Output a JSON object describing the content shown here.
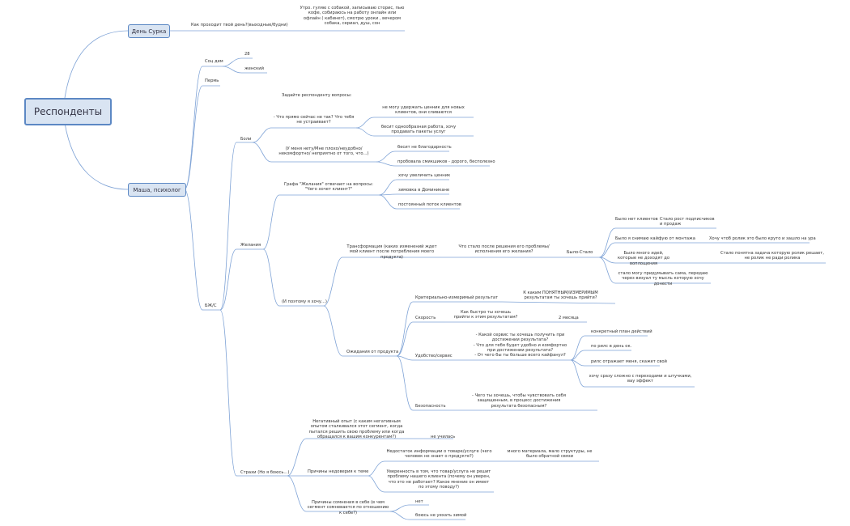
{
  "root": "Респонденты",
  "branches": {
    "den_surka": "День Сурка",
    "masha": "Маша, психолог"
  },
  "den_surka_children": {
    "q": "Как проходит твой день?(выходные/будни)",
    "a": "Утро. гуляю с собакой, записываю сторис, пью кофе, собираюсь на работу онлайн или офлайн ( кабинет), смотрю уроки , вечером собака, сериал, душ, сон"
  },
  "masha_children": {
    "soc_dem": "Соц дем",
    "age": "28",
    "gender": "женский",
    "perm": "Пермь",
    "bzhs": "БЖ/С"
  },
  "bzhs": {
    "intro": "Задайте респонденту вопросы:",
    "boli": "Боли",
    "boli_q1": "- Что прямо сейчас не так? Что тебя не устраивает?",
    "boli_q1_a1": "не могу удержать ценник для новых клиентов, они сливаются",
    "boli_q1_a2": "бесит однообразная работа, хочу продавать пакеты услуг",
    "boli_q2": "(У меня нету/Мне плохо/неудобно/некомфортно/ неприятно от того, что...)",
    "boli_q2_a1": "бесит не благодарность",
    "boli_q2_a2": "пробовала смикшиков - дорого, бесполезно",
    "zhelaniya": "Желания",
    "zh_grafa": "Графа \"Желания\" отвечает на вопросы: \"Чего хочет клиент?\"",
    "zh_a1": "хочу увеличить ценник",
    "zh_a2": "зимовка в Доминикане",
    "zh_a3": "постоянный поток клиентов",
    "zh_i_poetomu": "(И поэтому я хочу...)",
    "transformaciya": "Трансформация (каких изменений ждет мой клиент после потребления моего продукта)",
    "chto_stalo": "Что стало после решения его проблемы/ исполнения его желания?",
    "bylo_stalo": "Было-Стало",
    "bs1_bylo": "Было нет клиентов",
    "bs1_stalo": "Стало рост подписчиков и продаж",
    "bs2_bylo": "Было я снимаю кайфую от монтажа",
    "bs2_stalo": "Хочу чтоб ролик это было круто и зашло на ура",
    "bs3_bylo": "Было много идей, которые не доходят до воплощения",
    "bs3_stalo": "Стало понятна задача которую ролик решает, не ролик не ради ролика",
    "bs4": "стало могу придумывать сама, передаю через визуал ту мысль которую хочу донести",
    "ozhidaniya": "Ожидания от продукта",
    "kriterialno": "Критериально-измеримый результат",
    "kriterialno_q": "К каким ПОНЯТНЫМ/ИЗМЕРИМЫМ результатам ты хочешь прийти?",
    "skorost": "Скорость",
    "skorost_q": "Как быстро ты хочешь прийти к этим результатам?",
    "skorost_a": "2 месяца",
    "udobstvo": "Удобство/сервис",
    "udobstvo_q": "- Какой сервис ты хочешь получить при достижении результата?\n- Что для тебя будет удобно и комфортно при достижении результата?\n- От чего бы ты больше всего кайфанул?",
    "ud_a1": "конкретный план действий",
    "ud_a2": "по рилс в день ок.",
    "ud_a3": "рилс отражает меня, скажет свой",
    "ud_a4": "хочу сразу сложно с переходами и штучками, вау эффект",
    "bezopasnost": "Безопасность",
    "bezopasnost_q": "- Чего ты хочешь, чтобы чувствовать себя защищенным, в процесс достижения результата безопасным?",
    "strahi": "Страхи (Но я боюсь...)",
    "strahi_neg": "Негативный опыт (с каким негативным опытом сталкивался этот сегмент, когда пытался решить свою проблему или когда обращался к вашим конкурентам?)",
    "strahi_neg_a": "не училась",
    "nedoverie": "Причины недоверия к теме",
    "nedoverie_q1": "Недостаток информации о товаре/услуге (чего человек не знает о продукте?)",
    "nedoverie_q1_a": "много материала, мало структуры, не было обратной связи",
    "nedoverie_q2": "Уверенность в том, что товар/услуга не решит проблему нашего клиента (почему он уверен, что это не работает? Какое мнение он имеет по этому поводу?)",
    "somnenie": "Причины сомнения в себе (в чем сегмент сомневается по отношению к себе?)",
    "somnenie_a1": "нет",
    "somnenie_a2": "боюсь не уехать зимой"
  },
  "colors": {
    "line": "#7fa3d6",
    "box_fill": "#d9e4f2",
    "box_border": "#5c88c4"
  }
}
